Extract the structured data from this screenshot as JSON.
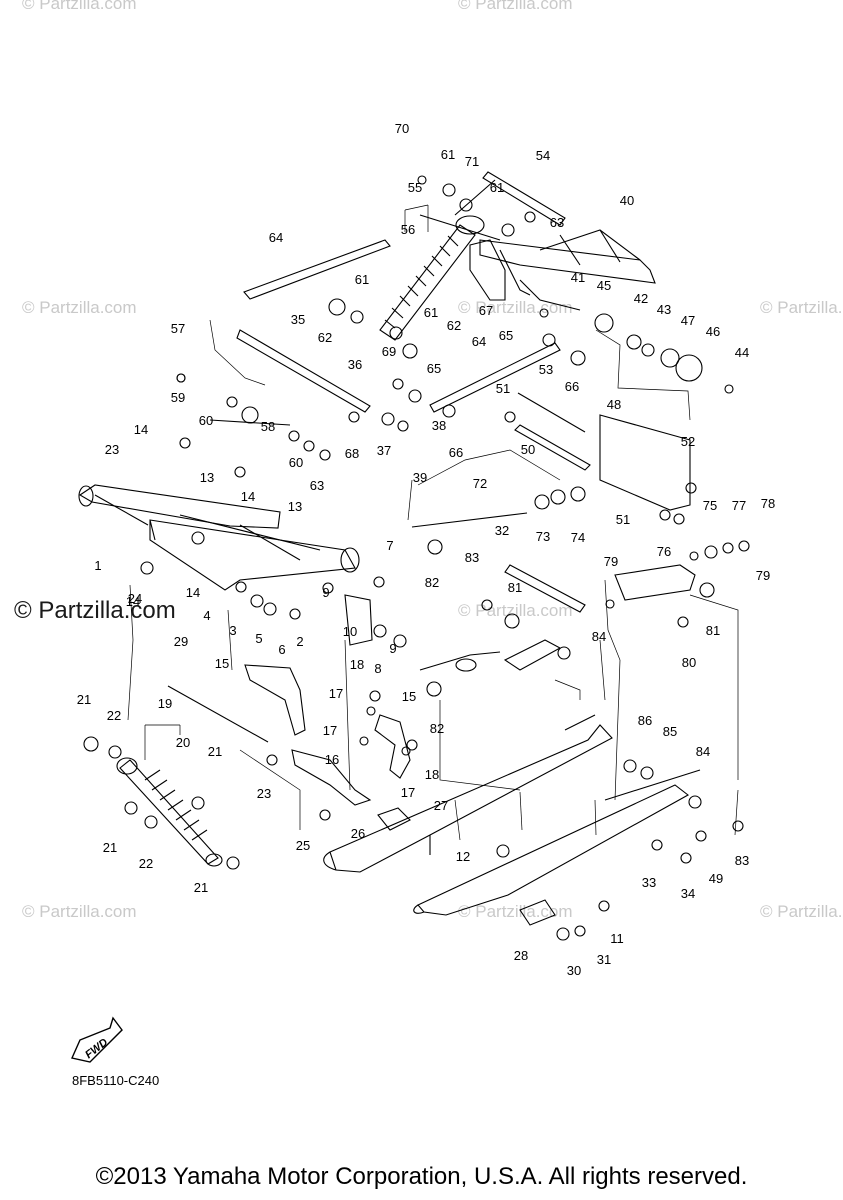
{
  "watermarks": {
    "top_left": "© Partzilla.com",
    "top_center": "© Partzilla.com",
    "mid_left": "© Partzilla.com",
    "mid_center": "© Partzilla.com",
    "mid_right": "© Partzilla.com",
    "prominent": "© Partzilla.com",
    "low_center": "© Partzilla.com",
    "bottom_left": "© Partzilla.com",
    "bottom_center": "© Partzilla.com",
    "bottom_right": "© Partzilla.com"
  },
  "fwd_label": "FWD",
  "diagram_code": "8FB5110-C240",
  "copyright": "©2013 Yamaha Motor Corporation, U.S.A. All rights reserved.",
  "part_numbers": [
    "1",
    "2",
    "3",
    "4",
    "5",
    "6",
    "7",
    "8",
    "9",
    "9",
    "10",
    "11",
    "12",
    "13",
    "13",
    "14",
    "14",
    "14",
    "14",
    "15",
    "15",
    "16",
    "17",
    "17",
    "17",
    "18",
    "18",
    "19",
    "20",
    "21",
    "21",
    "21",
    "21",
    "22",
    "22",
    "23",
    "23",
    "24",
    "25",
    "26",
    "27",
    "28",
    "29",
    "30",
    "31",
    "32",
    "33",
    "34",
    "35",
    "36",
    "37",
    "38",
    "39",
    "40",
    "41",
    "42",
    "43",
    "44",
    "45",
    "46",
    "47",
    "48",
    "49",
    "50",
    "51",
    "51",
    "52",
    "53",
    "54",
    "55",
    "56",
    "57",
    "58",
    "59",
    "60",
    "60",
    "61",
    "61",
    "61",
    "61",
    "62",
    "62",
    "63",
    "63",
    "64",
    "64",
    "65",
    "65",
    "66",
    "66",
    "67",
    "68",
    "69",
    "70",
    "71",
    "72",
    "73",
    "74",
    "75",
    "76",
    "77",
    "78",
    "79",
    "79",
    "80",
    "81",
    "81",
    "82",
    "82",
    "83",
    "83",
    "84",
    "84",
    "85",
    "86"
  ]
}
